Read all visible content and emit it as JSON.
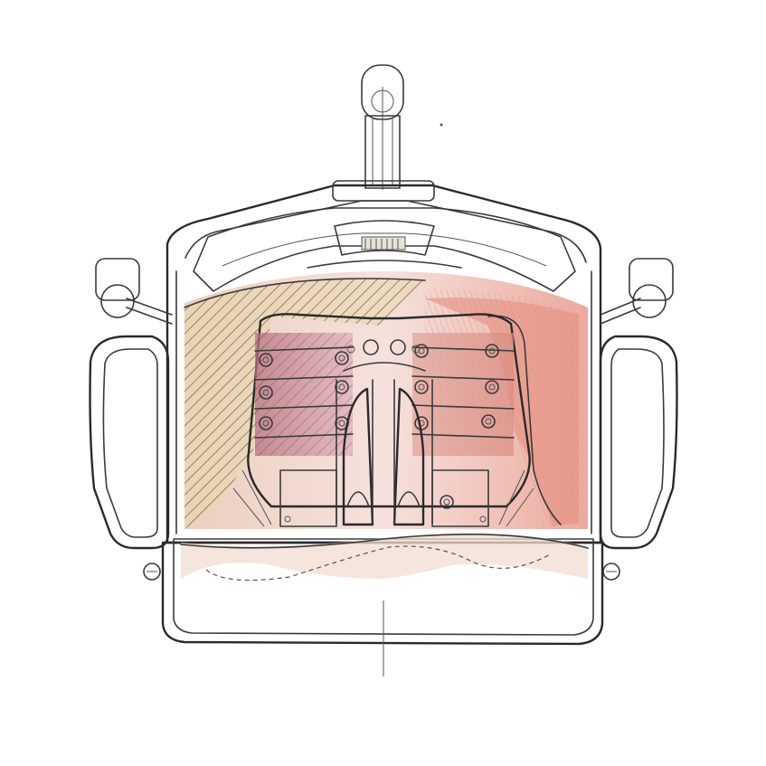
{
  "drawing": {
    "colors": {
      "paper": "#ffffff",
      "ink": "#3a3a3a",
      "seat_fill": "#fbf4ea",
      "seat_tint": "#f1dcd0",
      "back_pink": "#e9a7a2",
      "back_salmon": "#e58f80",
      "slat_mauve": "#c9838f",
      "hatch": "#4a4040",
      "ochre_wash": "#e8d7a8",
      "gray_wash": "#d9dce3"
    },
    "components": [
      {
        "id": "headrest-post",
        "icon": "headrest-post-icon"
      },
      {
        "id": "backrest-crossbar",
        "icon": "crossbar-icon"
      },
      {
        "id": "backrest-frame",
        "icon": "backrest-frame-icon"
      },
      {
        "id": "left-support-panel",
        "icon": "hatched-panel-icon"
      },
      {
        "id": "right-support-panel",
        "icon": "shaded-panel-icon"
      },
      {
        "id": "left-slat-bank",
        "icon": "slat-bank-icon"
      },
      {
        "id": "right-slat-bank",
        "icon": "slat-bank-icon"
      },
      {
        "id": "center-mechanism",
        "icon": "mechanism-icon"
      },
      {
        "id": "left-armrest",
        "icon": "armrest-icon"
      },
      {
        "id": "right-armrest",
        "icon": "armrest-icon"
      },
      {
        "id": "seat-cushion",
        "icon": "seat-cushion-icon"
      }
    ]
  }
}
